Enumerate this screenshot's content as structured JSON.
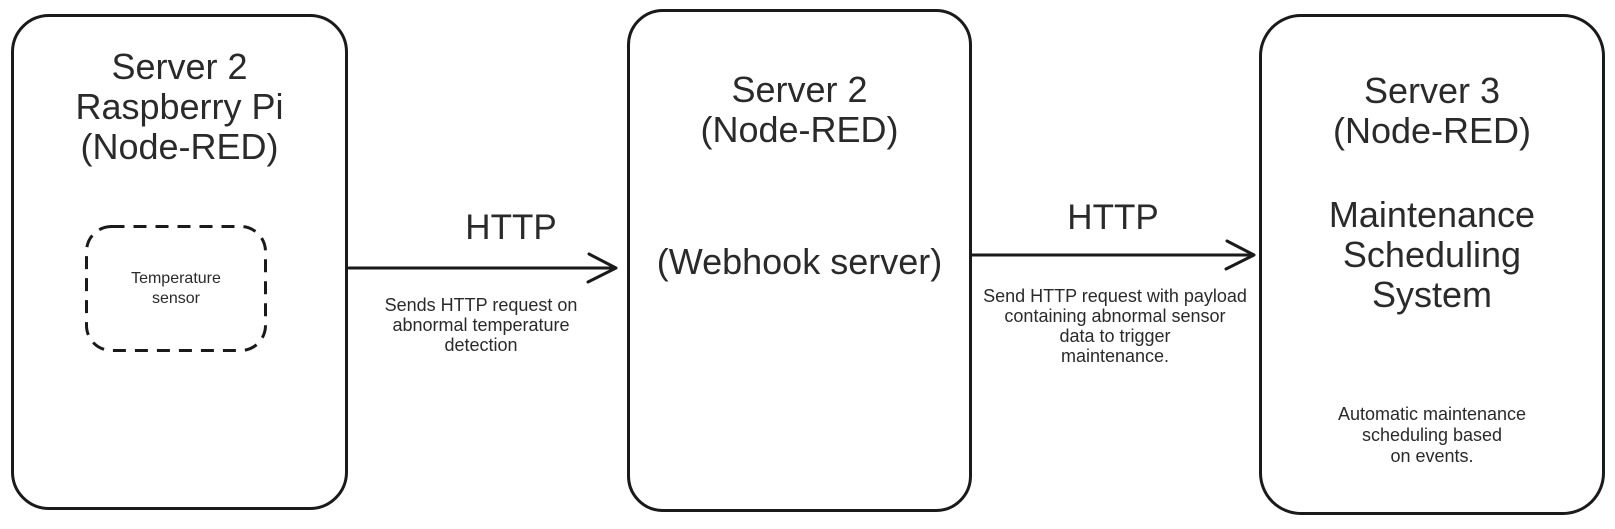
{
  "diagram": {
    "background": "#ffffff",
    "stroke_color": "#1a1a1a",
    "text_color": "#2a2a2a",
    "nodes": [
      {
        "id": "server2-raspberry-pi",
        "title": "Server 2\nRaspberry Pi\n(Node-RED)",
        "inner_box": {
          "label": "Temperature\nsensor",
          "style": "dashed"
        }
      },
      {
        "id": "server2-webhook",
        "title": "Server 2\n(Node-RED)",
        "subtitle": "(Webhook server)"
      },
      {
        "id": "server3-maintenance",
        "title": "Server 3\n(Node-RED)",
        "subtitle": "Maintenance\nScheduling\nSystem",
        "description": "Automatic maintenance\nscheduling based\non events."
      }
    ],
    "edges": [
      {
        "from": "server2-raspberry-pi",
        "to": "server2-webhook",
        "label": "HTTP",
        "description": "Sends HTTP request on\nabnormal temperature\ndetection",
        "direction": "right"
      },
      {
        "from": "server2-webhook",
        "to": "server3-maintenance",
        "label": "HTTP",
        "description": "Send HTTP request with payload\ncontaining abnormal sensor\ndata to trigger\nmaintenance.",
        "direction": "right"
      }
    ]
  }
}
